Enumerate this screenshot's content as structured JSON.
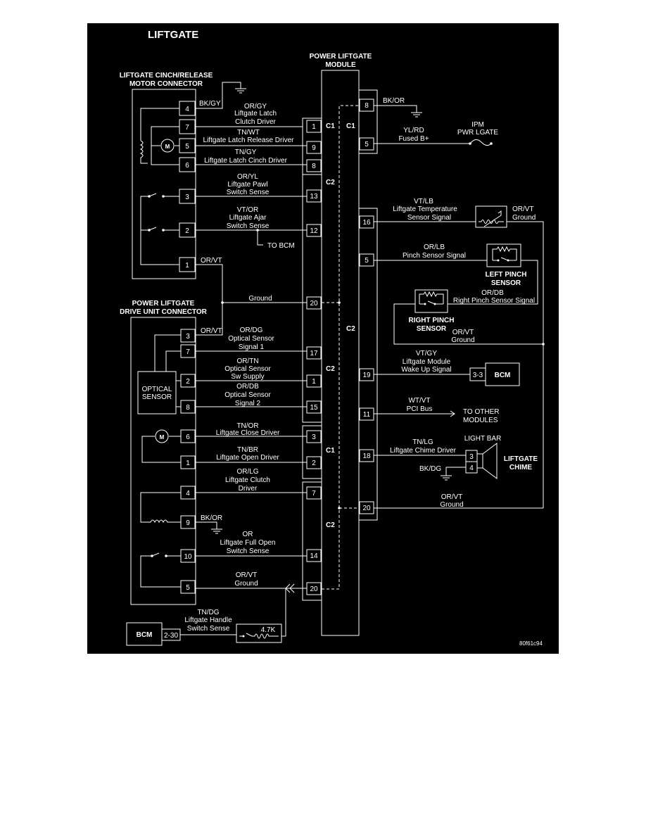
{
  "title": "LIFTGATE",
  "figure_id": "80f61c94",
  "module": {
    "label_1": "POWER LIFTGATE",
    "label_2": "MODULE"
  },
  "motor_connector": {
    "label_1": "LIFTGATE CINCH/RELEASE",
    "label_2": "MOTOR CONNECTOR",
    "pins": [
      "4",
      "7",
      "5",
      "6",
      "3",
      "2",
      "1"
    ],
    "motor_symbol": "M"
  },
  "drive_connector": {
    "label_1": "POWER LIFTGATE",
    "label_2": "DRIVE UNIT CONNECTOR",
    "pins": [
      "3",
      "7",
      "2",
      "8",
      "6",
      "1",
      "4",
      "9",
      "10",
      "5"
    ],
    "motor_symbol": "M"
  },
  "optical_sensor": {
    "label_1": "OPTICAL",
    "label_2": "SENSOR"
  },
  "connectors": {
    "c1": "C1",
    "c2": "C2"
  },
  "left_pins": [
    "1",
    "9",
    "8",
    "13",
    "12",
    "20",
    "17",
    "1",
    "15",
    "3",
    "2",
    "7",
    "14",
    "20"
  ],
  "right_pins": [
    "8",
    "5",
    "16",
    "5",
    "19",
    "11",
    "18",
    "20"
  ],
  "wires": {
    "bk_gy": "BK/GY",
    "or_gy": "OR/GY",
    "or_gy_d1": "Liftgate Latch",
    "or_gy_d2": "Clutch Driver",
    "tn_wt": "TN/WT",
    "tn_wt_d": "Liftgate Latch Release Driver",
    "tn_gy": "TN/GY",
    "tn_gy_d": "Liftgate Latch Cinch Driver",
    "or_yl": "OR/YL",
    "or_yl_d1": "Liftgate Pawl",
    "or_yl_d2": "Switch Sense",
    "vt_or": "VT/OR",
    "vt_or_d1": "Liftgate Ajar",
    "vt_or_d2": "Switch Sense",
    "to_bcm": "TO BCM",
    "or_vt_top": "OR/VT",
    "ground": "Ground",
    "or_vt_drive": "OR/VT",
    "or_dg": "OR/DG",
    "or_dg_d1": "Optical Sensor",
    "or_dg_d2": "Signal 1",
    "or_tn": "OR/TN",
    "or_tn_d1": "Optical Sensor",
    "or_tn_d2": "Sw Supply",
    "or_db": "OR/DB",
    "or_db_d1": "Optical Sensor",
    "or_db_d2": "Signal 2",
    "tn_or": "TN/OR",
    "tn_or_d": "Liftgate Close Driver",
    "tn_br": "TN/BR",
    "tn_br_d": "Liftgate Open Driver",
    "or_lg": "OR/LG",
    "or_lg_d1": "Liftgate Clutch",
    "or_lg_d2": "Driver",
    "bk_or_drive": "BK/OR",
    "or": "OR",
    "or_d1": "Liftgate Full Open",
    "or_d2": "Switch Sense",
    "or_vt_5": "OR/VT",
    "or_vt_5_d": "Ground",
    "tn_dg": "TN/DG",
    "tn_dg_d1": "Liftgate Handle",
    "tn_dg_d2": "Switch Sense",
    "bk_or_right": "BK/OR",
    "yl_rd": "YL/RD",
    "yl_rd_d": "Fused B+",
    "vt_lb": "VT/LB",
    "vt_lb_d1": "Liftgate Temperature",
    "vt_lb_d2": "Sensor Signal",
    "or_vt_temp": "OR/VT",
    "or_vt_temp_d": "Ground",
    "or_lb": "OR/LB",
    "or_lb_d": "Pinch Sensor Signal",
    "or_db_r": "OR/DB",
    "or_db_r_d": "Right Pinch Sensor Signal",
    "or_vt_pinch": "OR/VT",
    "or_vt_pinch_d": "Ground",
    "vt_gy": "VT/GY",
    "vt_gy_d1": "Liftgate Module",
    "vt_gy_d2": "Wake Up Signal",
    "wt_vt": "WT/VT",
    "wt_vt_d": "PCI Bus",
    "tn_lg": "TN/LG",
    "tn_lg_d": "Liftgate Chime Driver",
    "bk_dg": "BK/DG",
    "or_vt_r20": "OR/VT",
    "or_vt_r20_d": "Ground"
  },
  "ipm": {
    "label_1": "IPM",
    "label_2": "PWR LGATE"
  },
  "left_pinch": {
    "label_1": "LEFT PINCH",
    "label_2": "SENSOR"
  },
  "right_pinch": {
    "label_1": "RIGHT PINCH",
    "label_2": "SENSOR"
  },
  "bcm_right": {
    "pin": "3-3",
    "label": "BCM"
  },
  "other_modules": {
    "label_1": "TO OTHER",
    "label_2": "MODULES"
  },
  "light_bar": "LIGHT BAR",
  "chime": {
    "label_1": "LIFTGATE",
    "label_2": "CHIME",
    "pins": [
      "3",
      "4"
    ]
  },
  "bcm_bottom": {
    "label": "BCM",
    "pin": "2-30"
  },
  "resistor": "4.7K"
}
